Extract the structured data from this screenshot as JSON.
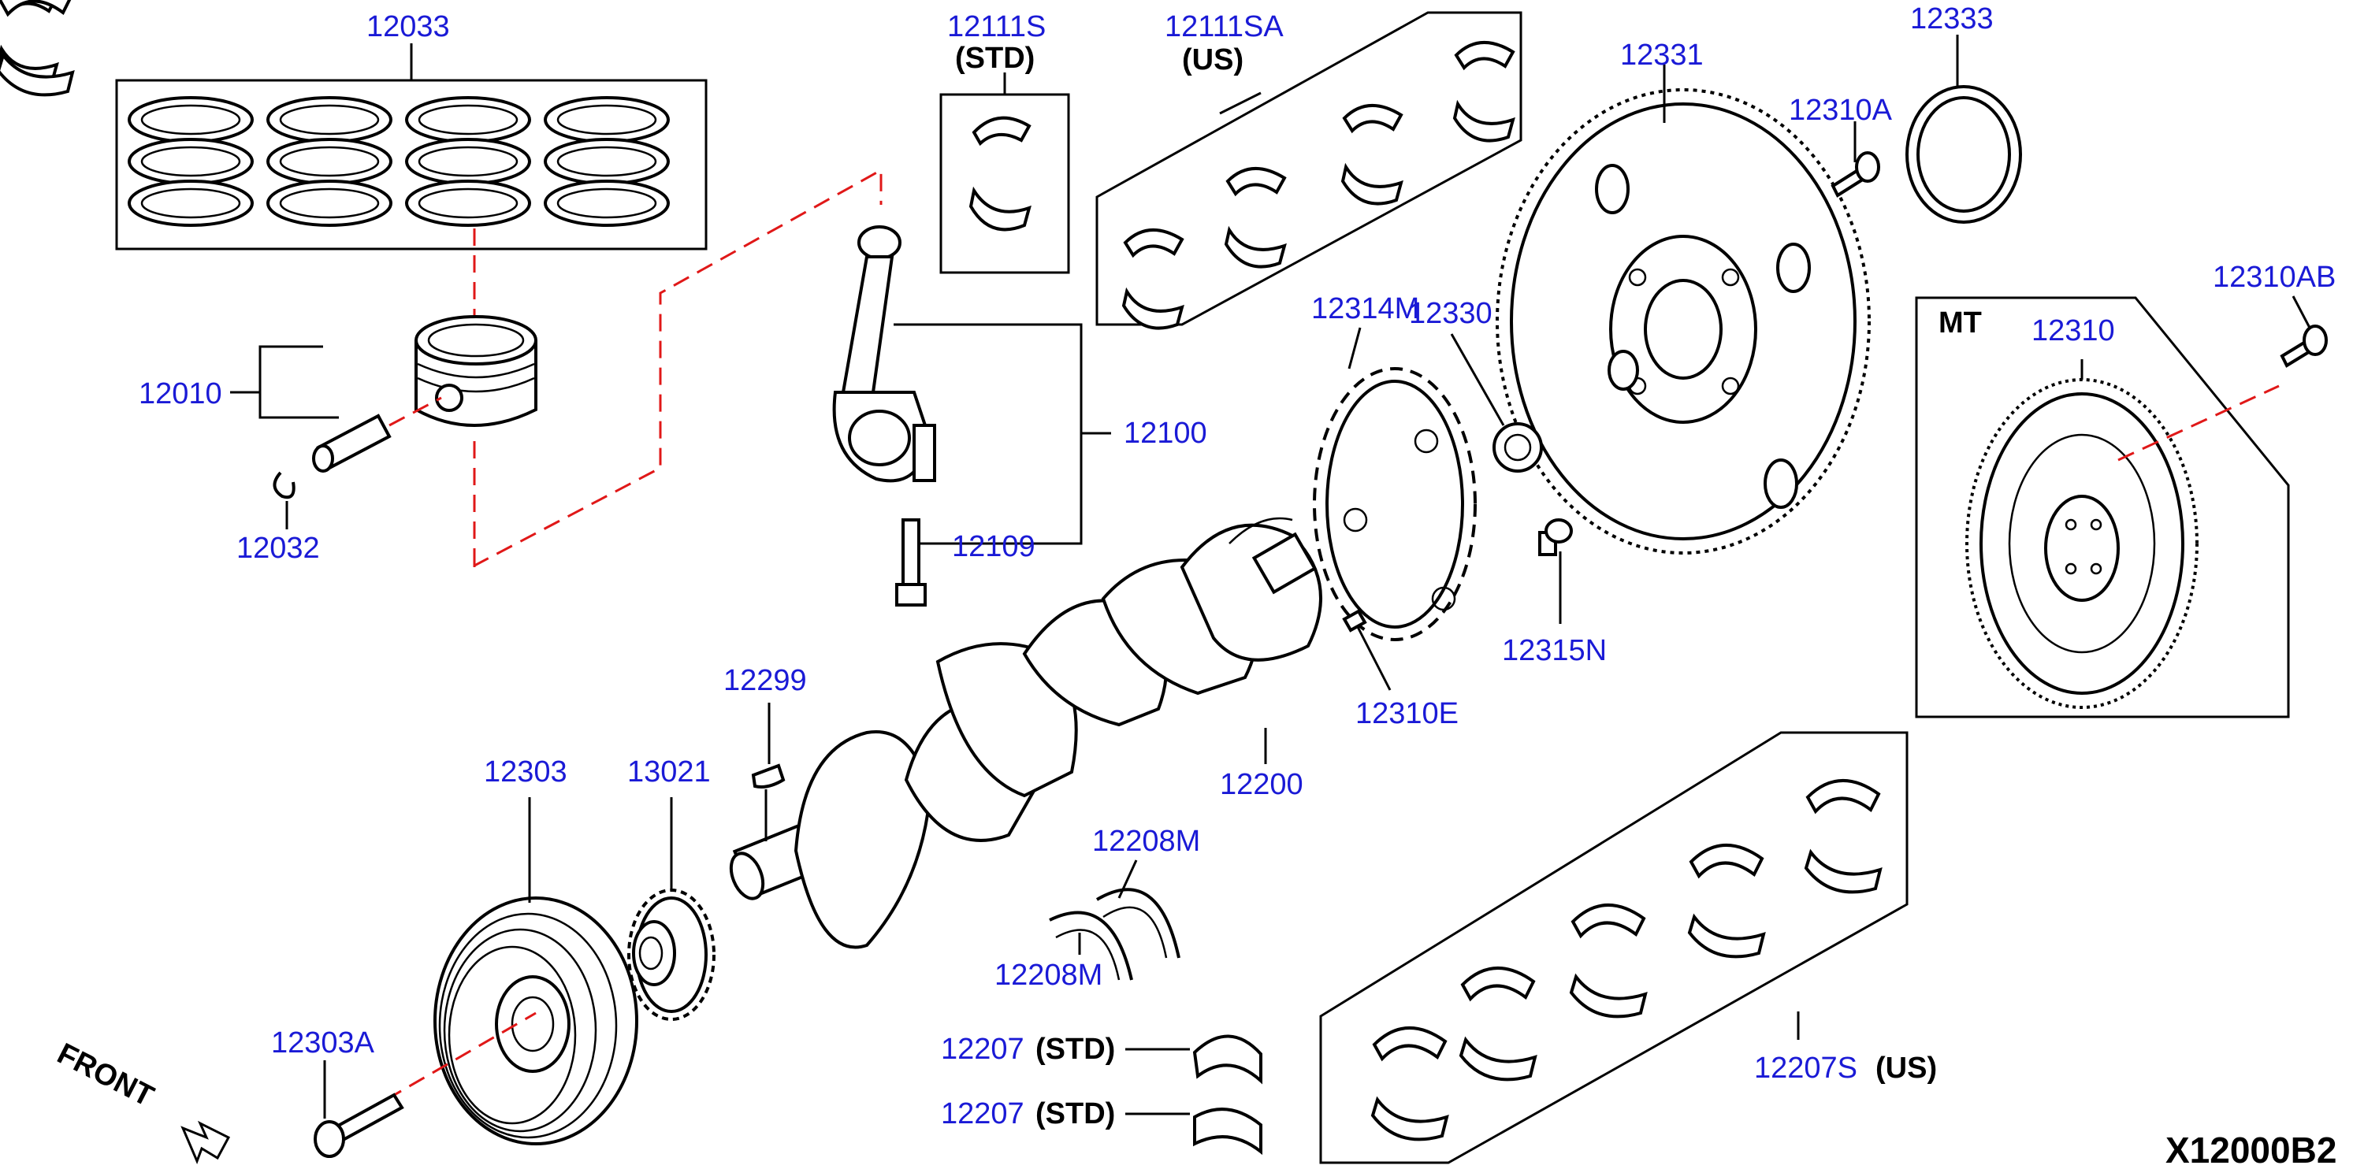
{
  "diagram_code": "X12000B2",
  "front_label": "FRONT",
  "parts": {
    "p12033": "12033",
    "p12010": "12010",
    "p12032": "12032",
    "p12111S": "12111S",
    "p12111S_note": "(STD)",
    "p12111SA": "12111SA",
    "p12111SA_note": "(US)",
    "p12331": "12331",
    "p12333": "12333",
    "p12310A": "12310A",
    "p12310AB": "12310AB",
    "mt_label": "MT",
    "p12310": "12310",
    "p12100": "12100",
    "p12109": "12109",
    "p12314M": "12314M",
    "p12330": "12330",
    "p12315N": "12315N",
    "p12310E": "12310E",
    "p12299": "12299",
    "p12200": "12200",
    "p12303": "12303",
    "p13021": "13021",
    "p12208M_top": "12208M",
    "p12208M_bottom": "12208M",
    "p12303A": "12303A",
    "p12207_a": "12207",
    "p12207_a_note": "(STD)",
    "p12207_b": "12207",
    "p12207_b_note": "(STD)",
    "p12207S": "12207S",
    "p12207S_note": "(US)"
  },
  "colors": {
    "label": "#1a1ad6",
    "leader_dashed": "#e01818",
    "line": "#000000"
  }
}
